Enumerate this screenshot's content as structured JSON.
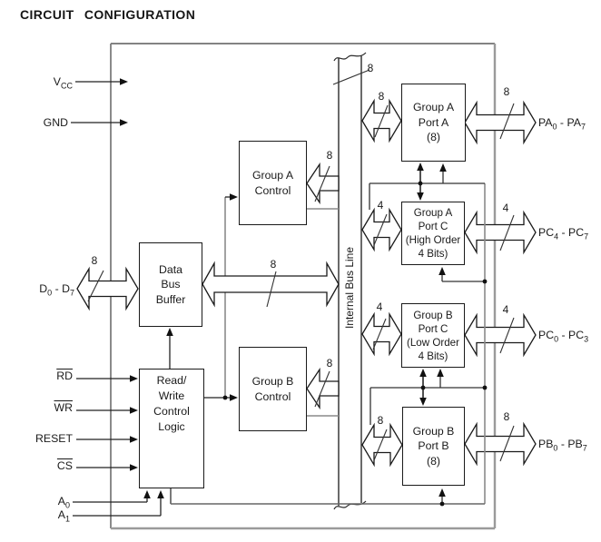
{
  "title": "CIRCUIT CONFIGURATION",
  "colors": {
    "line": "#1a1a1a",
    "routing_gray": "#8a8a8a",
    "background": "#ffffff"
  },
  "pins": {
    "vcc": {
      "base": "V",
      "sub": "CC"
    },
    "gnd": {
      "label": "GND"
    },
    "data": {
      "p1": "D",
      "s1": "0",
      "p2": " - D",
      "s2": "7"
    },
    "rd": {
      "label": "RD"
    },
    "wr": {
      "label": "WR"
    },
    "reset": {
      "label": "RESET"
    },
    "cs": {
      "label": "CS"
    },
    "a0": {
      "base": "A",
      "sub": "0"
    },
    "a1": {
      "base": "A",
      "sub": "1"
    },
    "pa": {
      "p1": "PA",
      "s1": "0",
      "p2": " - PA",
      "s2": "7"
    },
    "pc_high": {
      "p1": "PC",
      "s1": "4",
      "p2": " - PC",
      "s2": "7"
    },
    "pc_low": {
      "p1": "PC",
      "s1": "0",
      "p2": " - PC",
      "s2": "3"
    },
    "pb": {
      "p1": "PB",
      "s1": "0",
      "p2": " - PB",
      "s2": "7"
    }
  },
  "blocks": {
    "data_bus_buffer": {
      "l1": "Data",
      "l2": "Bus",
      "l3": "Buffer"
    },
    "rw_logic": {
      "l1": "Read/",
      "l2": "Write",
      "l3": "Control",
      "l4": "Logic"
    },
    "group_a_control": {
      "l1": "Group A",
      "l2": "Control"
    },
    "group_b_control": {
      "l1": "Group B",
      "l2": "Control"
    },
    "port_a": {
      "l1": "Group A",
      "l2": "Port A",
      "l3": "(8)"
    },
    "port_c_high": {
      "l1": "Group A",
      "l2": "Port C",
      "l3": "(High Order",
      "l4": "4 Bits)"
    },
    "port_c_low": {
      "l1": "Group B",
      "l2": "Port C",
      "l3": "(Low Order",
      "l4": "4 Bits)"
    },
    "port_b": {
      "l1": "Group B",
      "l2": "Port B",
      "l3": "(8)"
    }
  },
  "bus": {
    "label": "Internal Bus Line",
    "width": "8"
  },
  "bus_widths": {
    "d0d7": "8",
    "dbb_internal": "8",
    "group_a_control": "8",
    "group_b_control": "8",
    "port_a_left": "8",
    "port_a_right": "8",
    "port_c_high_left": "4",
    "port_c_high_right": "4",
    "port_c_low_left": "4",
    "port_c_low_right": "4",
    "port_b_left": "8",
    "port_b_right": "8"
  }
}
